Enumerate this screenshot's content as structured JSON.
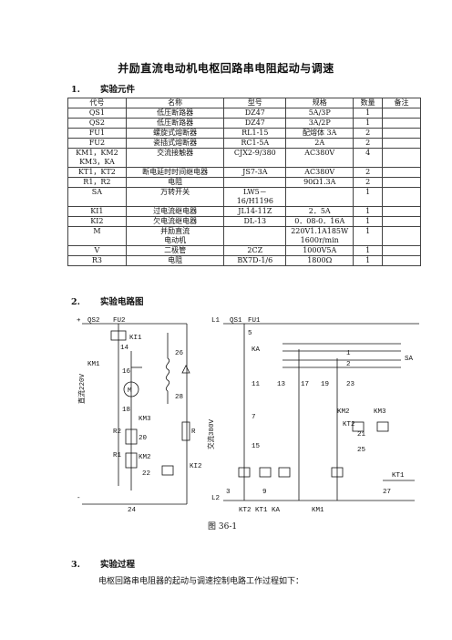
{
  "doc": {
    "title": "并励直流电动机电枢回路串电阻起动与调速",
    "sections": [
      {
        "num": "1.",
        "title": "实验元件"
      },
      {
        "num": "2.",
        "title": "实验电路图"
      },
      {
        "num": "3.",
        "title": "实验过程"
      }
    ],
    "process_text": "电枢回路串电阻器的起动与调速控制电路工作过程如下："
  },
  "table": {
    "headers": [
      "代号",
      "名称",
      "型号",
      "规格",
      "数量",
      "备注"
    ],
    "rows": [
      [
        "QS1",
        "低压断路器",
        "DZ47",
        "5A/3P",
        "1",
        ""
      ],
      [
        "QS2",
        "低压断路器",
        "DZ47",
        "3A/2P",
        "1",
        ""
      ],
      [
        "FU1",
        "螺旋式熔断器",
        "RL1-15",
        "配熔体 3A",
        "2",
        ""
      ],
      [
        "FU2",
        "瓷插式熔断器",
        "RC1-5A",
        "2A",
        "2",
        ""
      ],
      [
        "KM1，KM2\nKM3，KA",
        "交流接触器",
        "CJX2-9/380",
        "AC380V",
        "4",
        ""
      ],
      [
        "KT1，KT2",
        "断电延时时间继电器",
        "JS7-3A",
        "AC380V",
        "2",
        ""
      ],
      [
        "R1，R2",
        "电阻",
        "",
        "90Ω1.3A",
        "2",
        ""
      ],
      [
        "SA",
        "万转开关",
        "LW5－16/H1196",
        "",
        "1",
        ""
      ],
      [
        "KI1",
        "过电流继电器",
        "JL14-11Z",
        "2．5A",
        "1",
        ""
      ],
      [
        "KI2",
        "欠电流继电器",
        "DL-13",
        "0．08-0．16A",
        "1",
        ""
      ],
      [
        "M",
        "并励直流\n电动机",
        "",
        "220V1.1A185W\n1600r/min",
        "1",
        ""
      ],
      [
        "V",
        "二极管",
        "2CZ",
        "1000V5A",
        "1",
        ""
      ],
      [
        "R3",
        "电阻",
        "BX7D-1/6",
        "1800Ω",
        "1",
        ""
      ]
    ]
  },
  "circuit": {
    "caption": "图 36-1",
    "dc_label": "直流220V",
    "ac_label": "交流380V",
    "labels": [
      "+",
      "-",
      "QS2",
      "FU2",
      "KI1",
      "14",
      "KM1",
      "16",
      "M",
      "18",
      "KM3",
      "R2",
      "20",
      "R1",
      "KM2",
      "22",
      "24",
      "26",
      "28",
      "R",
      "KI2",
      "L1",
      "QS1",
      "FU1",
      "L2",
      "5",
      "KA",
      "11",
      "13",
      "7",
      "15",
      "3",
      "9",
      "17",
      "19",
      "23",
      "21",
      "25",
      "27",
      "KT1",
      "KT2",
      "SA",
      "KT2 KT1 KA",
      "KM1",
      "KM2",
      "KM3",
      "1",
      "2"
    ]
  }
}
